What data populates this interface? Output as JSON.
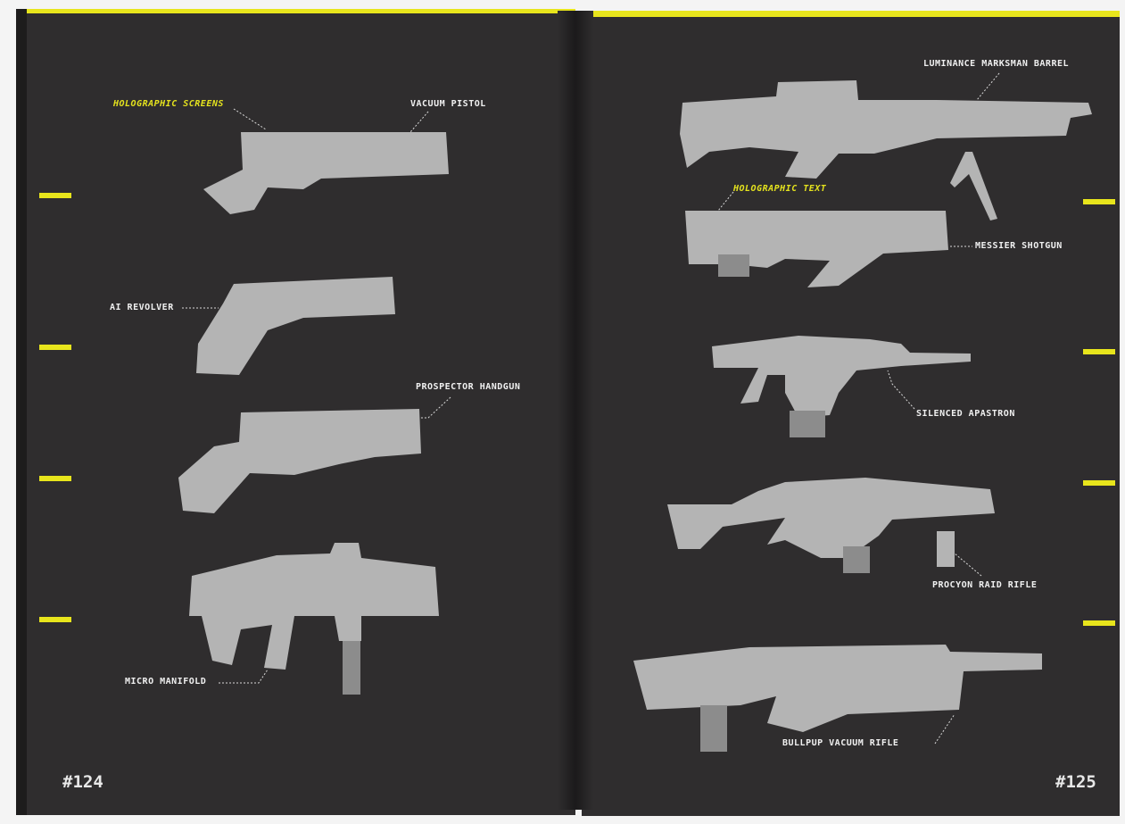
{
  "left_page": {
    "page_number": "#124",
    "labels": [
      "HOLOGRAPHIC SCREENS",
      "VACUUM PISTOL",
      "AI REVOLVER",
      "PROSPECTOR HANDGUN",
      "MICRO MANIFOLD"
    ]
  },
  "right_page": {
    "page_number": "#125",
    "labels": [
      "LUMINANCE MARKSMAN BARREL",
      "HOLOGRAPHIC TEXT",
      "MESSIER SHOTGUN",
      "SILENCED APASTRON",
      "PROCYON RAID RIFLE",
      "BULLPUP VACUUM RIFLE"
    ]
  },
  "colors": {
    "page": "#2f2d2e",
    "accent": "#e8e51c",
    "illustration": "#b4b4b4"
  }
}
